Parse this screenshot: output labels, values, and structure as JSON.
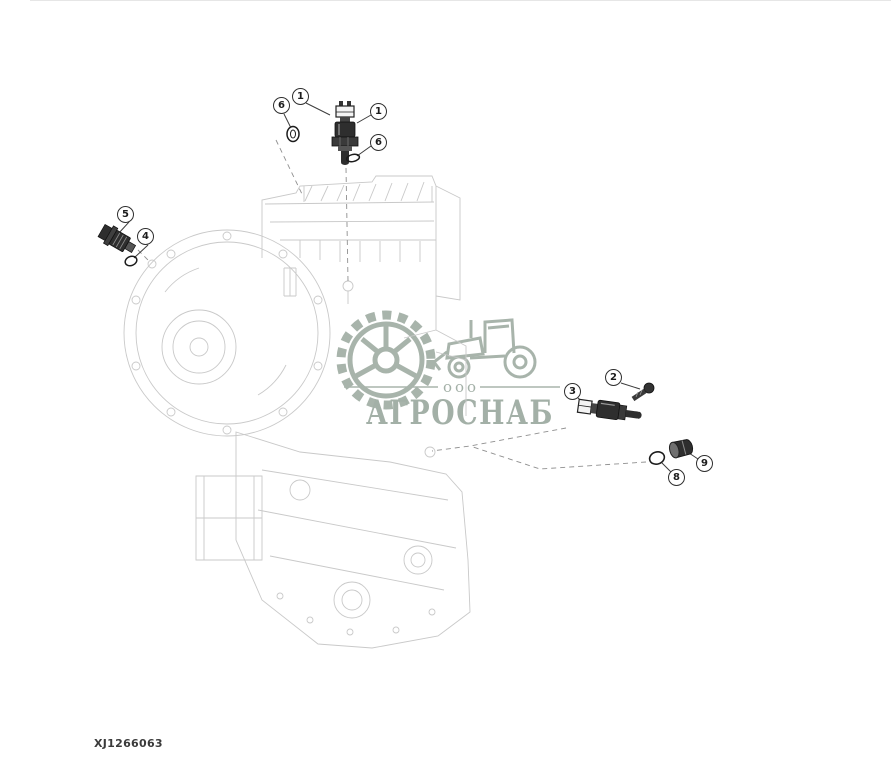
{
  "figure": {
    "code": "XJ1266063"
  },
  "watermark": {
    "prefix": "ооо",
    "name": "АГРОСНАБ",
    "color": "#8d9d92"
  },
  "callouts": [
    {
      "number": "6"
    },
    {
      "number": "1"
    },
    {
      "number": "1"
    },
    {
      "number": "6"
    },
    {
      "number": "5"
    },
    {
      "number": "4"
    },
    {
      "number": "2"
    },
    {
      "number": "3"
    },
    {
      "number": "8"
    },
    {
      "number": "9"
    }
  ],
  "colors": {
    "line_art": "#c9c9c9",
    "dashed_leader": "#8f8f8f",
    "callout_border": "#2f2f2f",
    "part_dark": "#2e2e2e",
    "watermark": "#93a297"
  }
}
